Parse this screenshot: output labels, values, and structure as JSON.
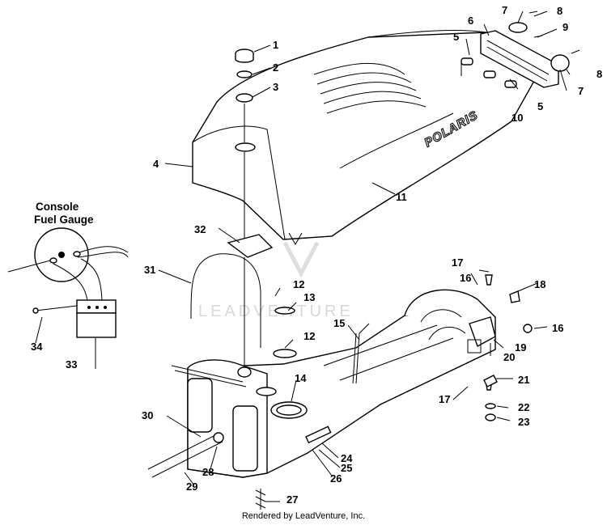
{
  "diagram": {
    "callouts": [
      "1",
      "2",
      "3",
      "4",
      "5",
      "5",
      "6",
      "7",
      "7",
      "8",
      "8",
      "9",
      "10",
      "11",
      "12",
      "12",
      "13",
      "14",
      "15",
      "16",
      "16",
      "17",
      "17",
      "18",
      "19",
      "20",
      "21",
      "22",
      "23",
      "24",
      "25",
      "26",
      "27",
      "28",
      "29",
      "30",
      "31",
      "32",
      "33",
      "34"
    ],
    "gauge_label_line1": "Console",
    "gauge_label_line2": "Fuel Gauge",
    "seat_brand": "POLARIS",
    "watermark": "LEADVENTURE",
    "footer": "Rendered by LeadVenture, Inc."
  }
}
